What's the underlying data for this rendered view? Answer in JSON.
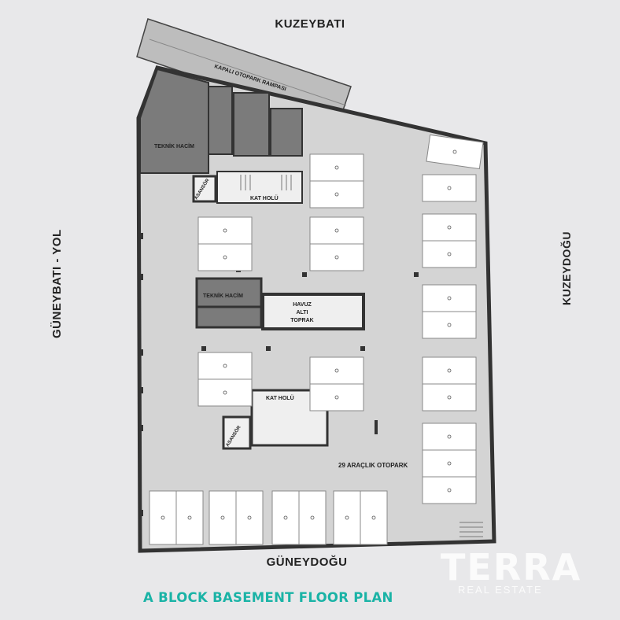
{
  "compass": {
    "north": "KUZEYBATI",
    "south": "GÜNEYDOĞU",
    "west": "GÜNEYBATI - YOL",
    "east": "KUZEYDOĞU"
  },
  "rooms": {
    "ramp": "KAPALI OTOPARK RAMPASI",
    "technical_top": "TEKNİK HACİM",
    "elevator_top": "ASANSÖR",
    "hall_top": "KAT HOLÜ",
    "technical_mid": "TEKNİK HACİM",
    "pool_line1": "HAVUZ",
    "pool_line2": "ALTI",
    "pool_line3": "TOPRAK",
    "hall_bottom": "KAT HOLÜ",
    "elevator_bottom": "ASANSÖR",
    "parking": "29 ARAÇLIK OTOPARK"
  },
  "plan_title": "A BLOCK BASEMENT FLOOR PLAN",
  "brand": {
    "name": "TERRA",
    "sub": "REAL ESTATE"
  }
}
